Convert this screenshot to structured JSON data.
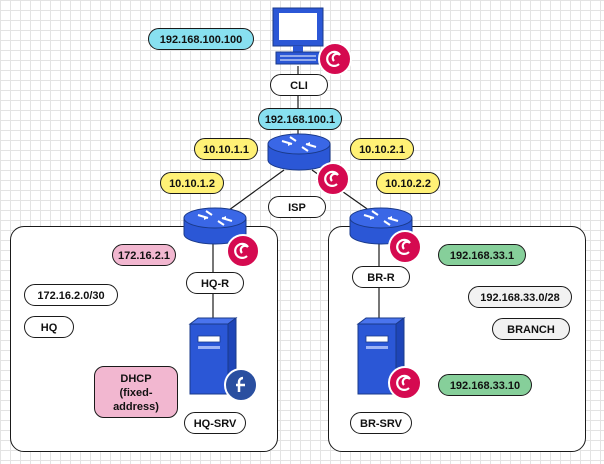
{
  "nodes": {
    "cli": "CLI",
    "isp": "ISP",
    "hq_r": "HQ-R",
    "br_r": "BR-R",
    "hq_srv": "HQ-SRV",
    "br_srv": "BR-SRV"
  },
  "addresses": {
    "cli_ip": "192.168.100.100",
    "isp_cli_ip": "192.168.100.1",
    "isp_hq_ip": "10.10.1.1",
    "hq_r_isp_ip": "10.10.1.2",
    "isp_br_ip": "10.10.2.1",
    "br_r_isp_ip": "10.10.2.2",
    "hq_r_lan_ip": "172.16.2.1",
    "hq_subnet": "172.16.2.0/30",
    "br_r_lan_ip": "192.168.33.1",
    "br_subnet": "192.168.33.0/28",
    "br_srv_ip": "192.168.33.10"
  },
  "sites": {
    "hq": "HQ",
    "branch": "BRANCH"
  },
  "notes": {
    "dhcp_line1": "DHCP",
    "dhcp_line2": "(fixed-",
    "dhcp_line3": "address)"
  },
  "icons": {
    "cli": "computer-icon",
    "routers": "router-icon",
    "servers": "server-icon",
    "debian": "debian-logo-icon",
    "fedora": "fedora-logo-icon"
  },
  "colors": {
    "device_blue": "#2b57d6",
    "debian_red": "#d50a50",
    "fedora_blue": "#2a4fa0",
    "ip_blue": "#88e0f0",
    "ip_yellow": "#fff176",
    "ip_pink": "#f2b7d0",
    "ip_green": "#86cf9a"
  }
}
